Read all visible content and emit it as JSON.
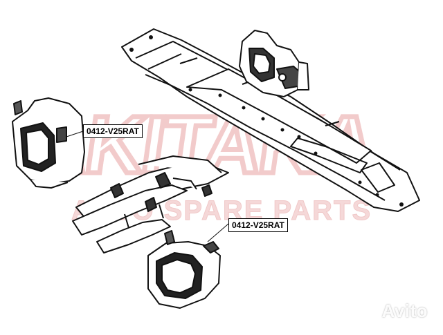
{
  "watermark": {
    "brand": "AKITAKA",
    "tagline": "AUTO SPARE PARTS",
    "color": "#f1c6c6"
  },
  "callouts": [
    {
      "part_number": "0412-V25RAT"
    },
    {
      "part_number": "0412-V25RAT"
    }
  ],
  "platform_badge": {
    "text": "Avito",
    "icon": "avito-dots-icon"
  }
}
